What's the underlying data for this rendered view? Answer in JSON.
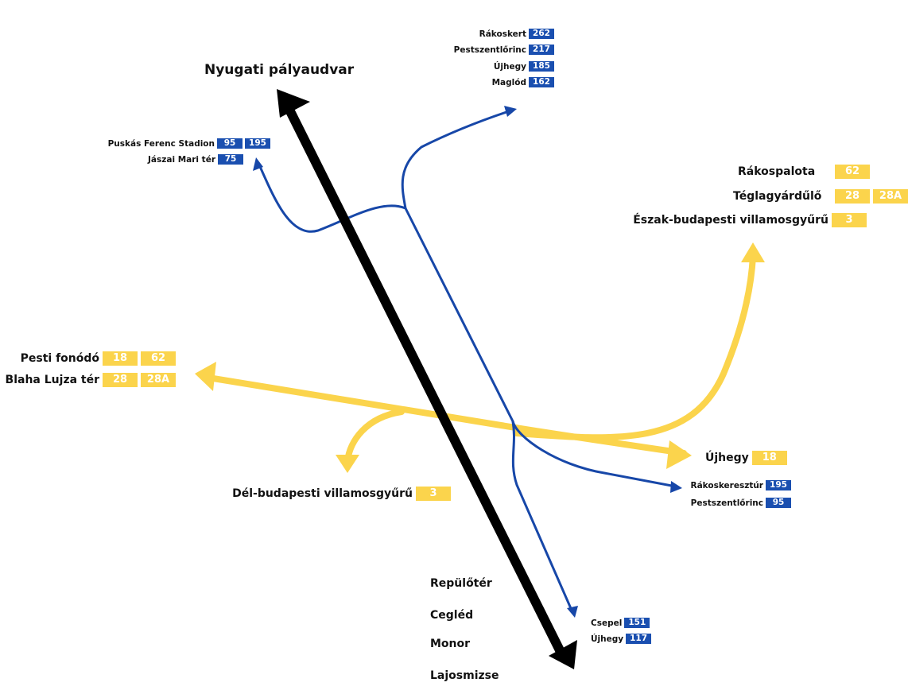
{
  "colors": {
    "black_line": "#000000",
    "blue_line": "#1747a8",
    "yellow_line": "#fbd44c",
    "blue_badge": "#1a4fb0",
    "yellow_badge": "#fbd44c"
  },
  "main_terminals": {
    "top": "Nyugati pályaudvar",
    "bottom": [
      "Repülőtér",
      "Cegléd",
      "Monor",
      "Lajosmizse"
    ]
  },
  "blue_groups": {
    "top_right": [
      {
        "name": "Rákoskert",
        "routes": [
          "262"
        ]
      },
      {
        "name": "Pestszentlőrinc",
        "routes": [
          "217"
        ]
      },
      {
        "name": "Újhegy",
        "routes": [
          "185"
        ]
      },
      {
        "name": "Maglód",
        "routes": [
          "162"
        ]
      }
    ],
    "top_left": [
      {
        "name": "Puskás Ferenc Stadion",
        "routes": [
          "95",
          "195"
        ]
      },
      {
        "name": "Jászai Mari tér",
        "routes": [
          "75"
        ]
      }
    ],
    "mid_right": [
      {
        "name": "Rákoskeresztúr",
        "routes": [
          "195"
        ]
      },
      {
        "name": "Pestszentlőrinc",
        "routes": [
          "95"
        ]
      }
    ],
    "bottom_right": [
      {
        "name": "Csepel",
        "routes": [
          "151"
        ]
      },
      {
        "name": "Újhegy",
        "routes": [
          "117"
        ]
      }
    ]
  },
  "yellow_groups": {
    "top_right": [
      {
        "name": "Rákospalota",
        "routes": [
          "62"
        ]
      },
      {
        "name": "Téglagyárdűlő",
        "routes": [
          "28",
          "28A"
        ]
      },
      {
        "name": "Észak-budapesti villamosgyűrű",
        "routes": [
          "3"
        ]
      }
    ],
    "left": [
      {
        "name": "Pesti fonódó",
        "routes": [
          "18",
          "62"
        ]
      },
      {
        "name": "Blaha Lujza tér",
        "routes": [
          "28",
          "28A"
        ]
      }
    ],
    "right": [
      {
        "name": "Újhegy",
        "routes": [
          "18"
        ]
      }
    ],
    "bottom": [
      {
        "name": "Dél-budapesti villamosgyűrű",
        "routes": [
          "3"
        ]
      }
    ]
  }
}
